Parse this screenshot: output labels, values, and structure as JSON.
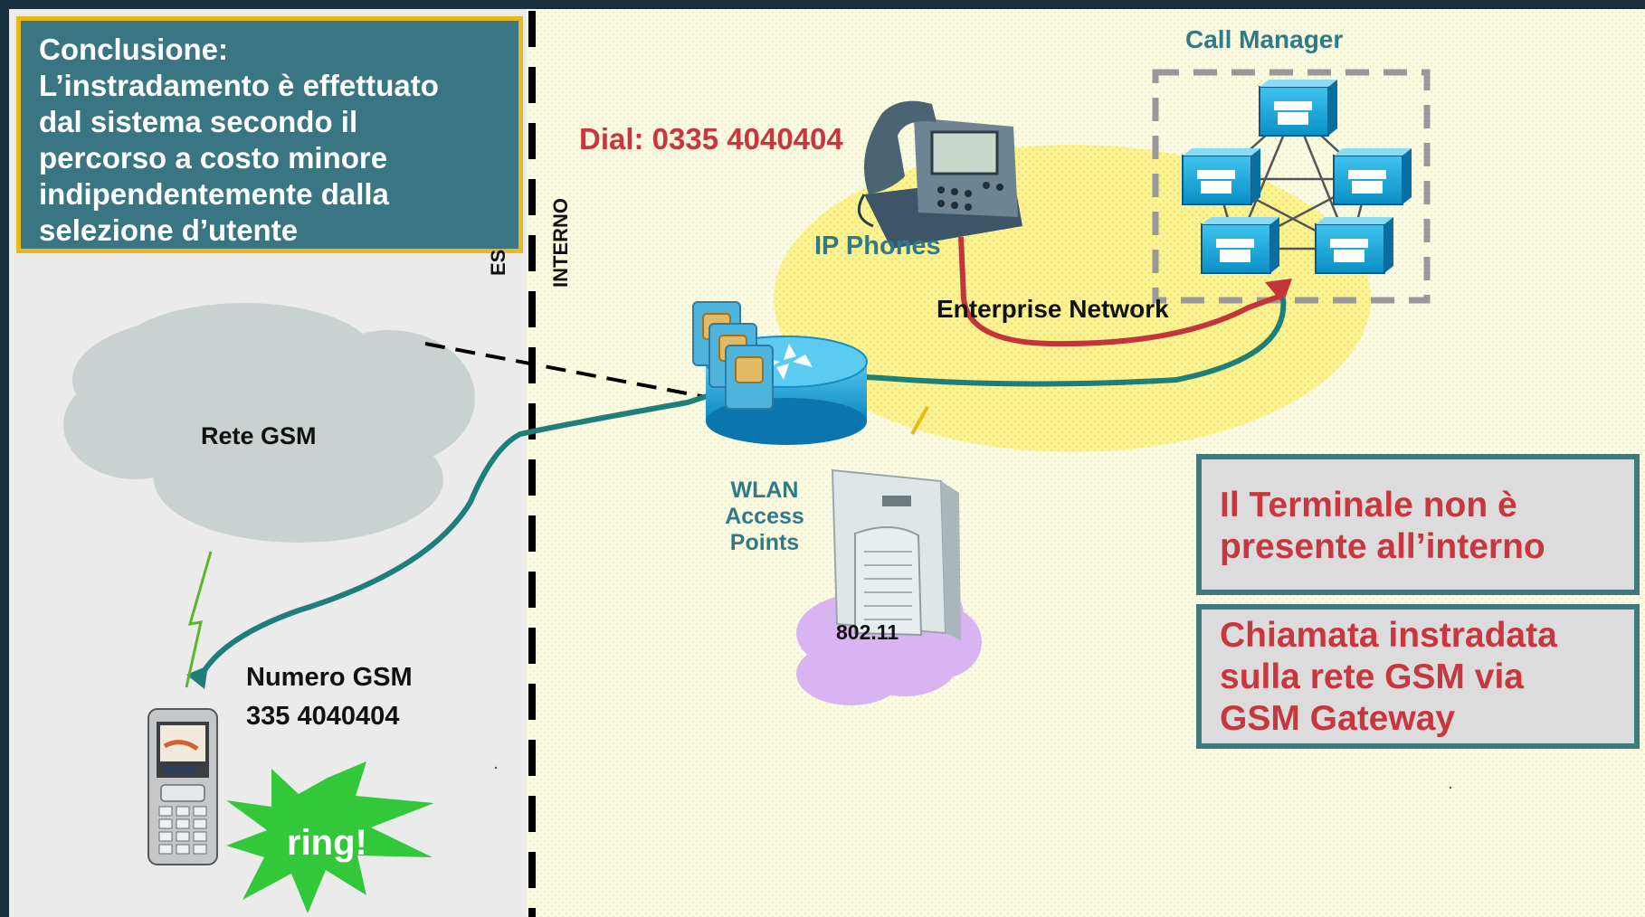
{
  "colors": {
    "outer_background": "#17303f",
    "external_zone": "#ebebeb",
    "internal_zone": "#fbfbe4",
    "enterprise_ellipse": "#fbf392",
    "conclusion_box": "#3a7582",
    "conclusion_border": "#e8b81c",
    "route_red": "#c4343b",
    "route_teal": "#1d7f78",
    "text_teal": "#2f7a86",
    "text_red": "#c8363e"
  },
  "conclusion": {
    "lines": [
      "Conclusione:",
      "L’instradamento è effettuato",
      "dal sistema secondo il",
      "percorso a costo minore",
      "indipendentemente dalla",
      "selezione d’utente"
    ]
  },
  "zones": {
    "external_label": "ES",
    "internal_label": "INTERNO"
  },
  "labels": {
    "dial": "Dial: 0335 4040404",
    "ip_phones": "IP Phones",
    "call_manager": "Call Manager",
    "enterprise_network": "Enterprise Network",
    "rete_gsm": "Rete GSM",
    "wlan_lines": [
      "WLAN",
      "Access",
      "Points"
    ],
    "wifi_standard": "802.11",
    "numero_gsm_lines": [
      "Numero GSM",
      "335 4040404"
    ],
    "ring": "ring!",
    "phone_brand": "NOKIA"
  },
  "status_boxes": {
    "terminal": [
      "Il Terminale non è",
      "presente all’interno"
    ],
    "routed": [
      "Chiamata instradata",
      "sulla rete GSM via",
      "GSM Gateway"
    ]
  },
  "icons": [
    "ip-phone-icon",
    "call-manager-server-icon",
    "gsm-gateway-router-icon",
    "sim-card-icon",
    "wireless-access-point-icon",
    "mobile-phone-icon",
    "lightning-bolt-icon"
  ]
}
